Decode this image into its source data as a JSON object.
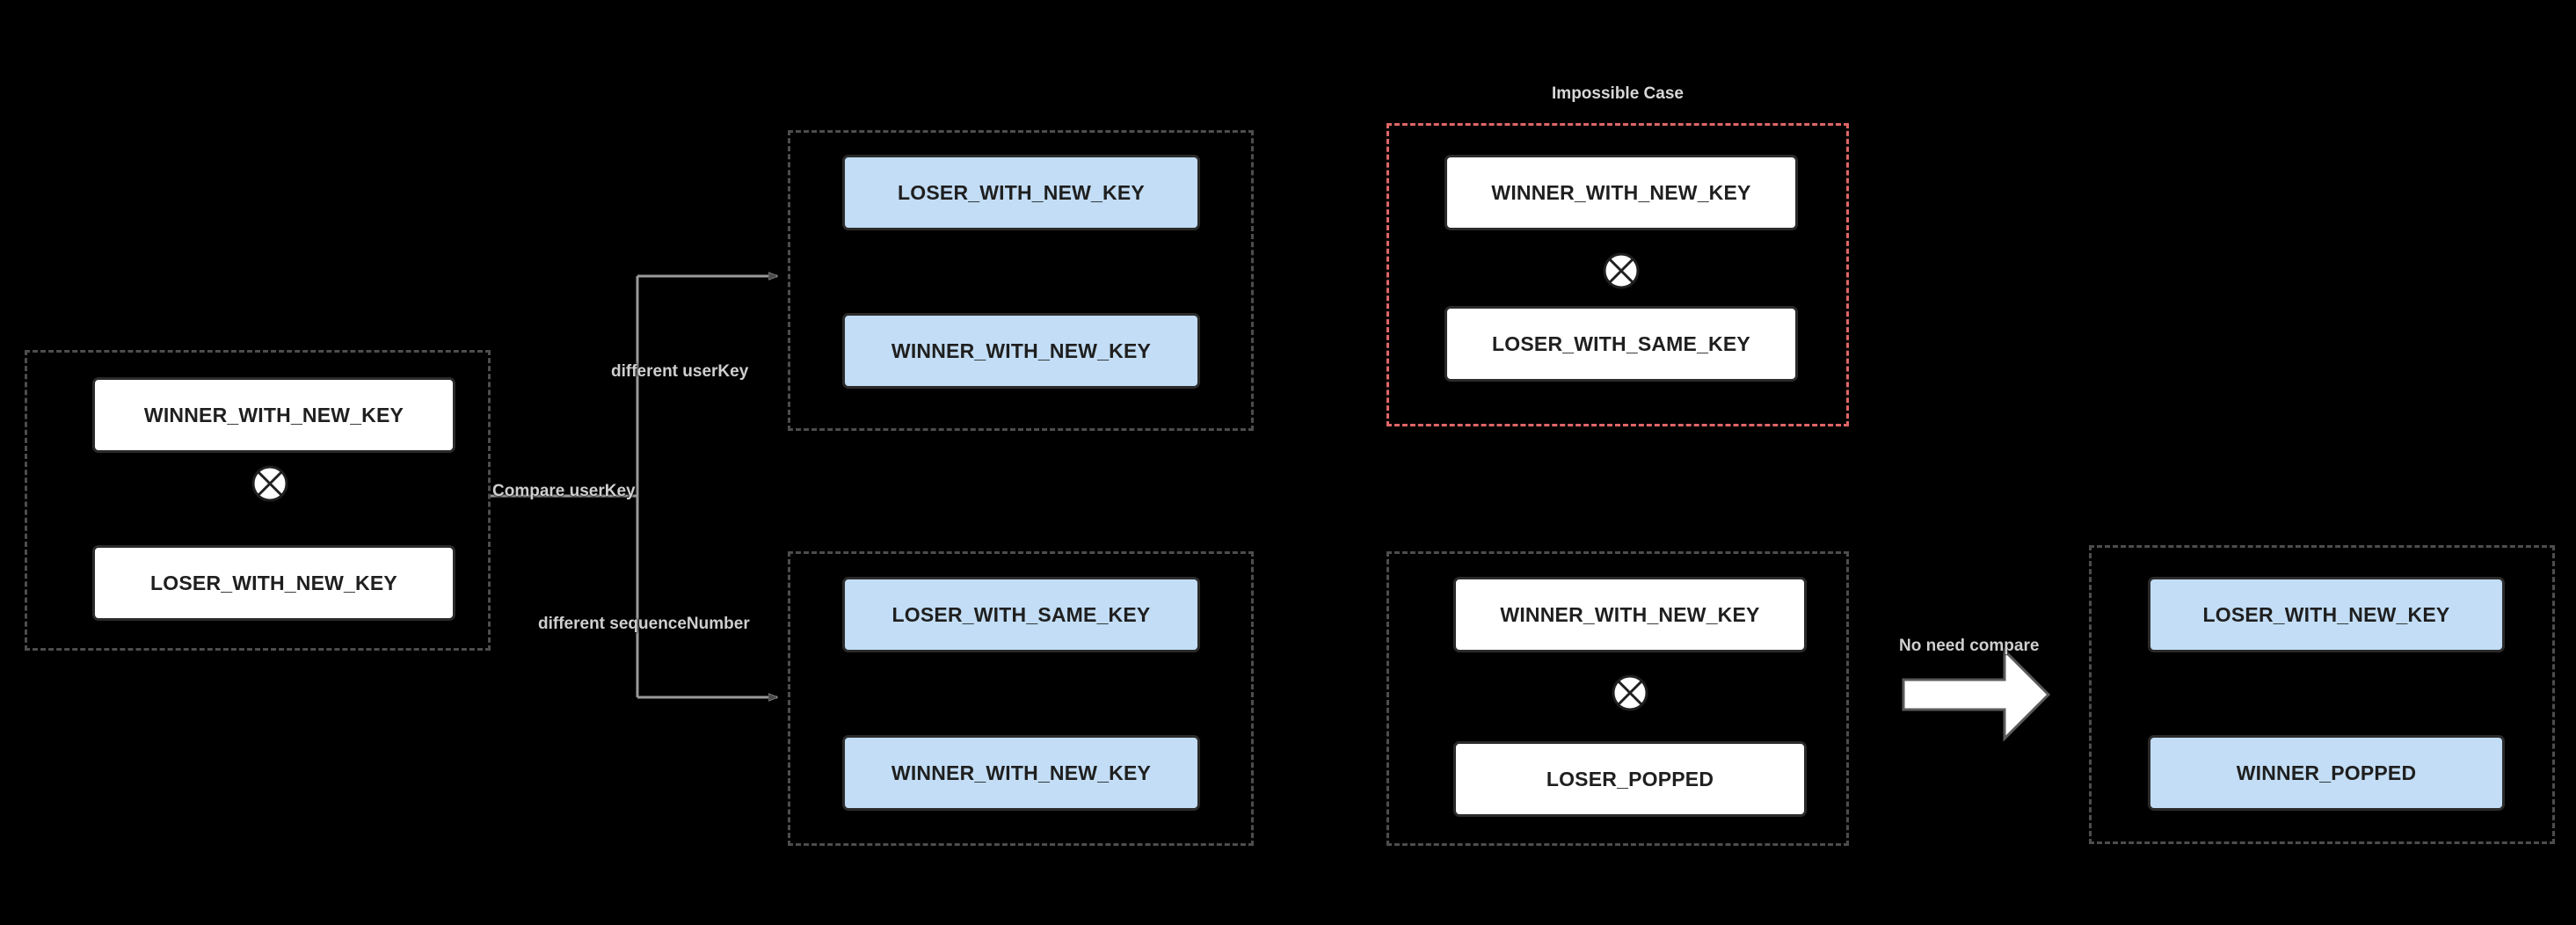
{
  "diagram": {
    "title": "Compaction key comparison outcome diagram",
    "colors": {
      "background": "#000000",
      "node_fill": "#ffffff",
      "node_fill_highlight": "#c2ddf5",
      "node_border": "#2b2b2b",
      "group_border": "#4d4d4d",
      "group_border_impossible": "#e06666",
      "edge_stroke": "#9a9a9a",
      "label_text": "#cfcfcf"
    },
    "groups": [
      {
        "id": "source",
        "title": "",
        "style": "dashed-gray",
        "nodes": [
          {
            "id": "src-winner",
            "label": "WINNER_WITH_NEW_KEY",
            "fill": "white"
          },
          {
            "id": "src-loser",
            "label": "LOSER_WITH_NEW_KEY",
            "fill": "white"
          }
        ],
        "separator": "x-circle-icon"
      },
      {
        "id": "different-userkey-result",
        "title": "",
        "style": "dashed-gray",
        "nodes": [
          {
            "id": "duk-loser",
            "label": "LOSER_WITH_NEW_KEY",
            "fill": "blue"
          },
          {
            "id": "duk-winner",
            "label": "WINNER_WITH_NEW_KEY",
            "fill": "blue"
          }
        ],
        "separator": "none"
      },
      {
        "id": "impossible-case",
        "title": "Impossible Case",
        "style": "dashed-red",
        "nodes": [
          {
            "id": "imp-winner",
            "label": "WINNER_WITH_NEW_KEY",
            "fill": "white"
          },
          {
            "id": "imp-loser",
            "label": "LOSER_WITH_SAME_KEY",
            "fill": "white"
          }
        ],
        "separator": "x-circle-icon"
      },
      {
        "id": "different-seqnum-result",
        "title": "",
        "style": "dashed-gray",
        "nodes": [
          {
            "id": "dsn-loser",
            "label": "LOSER_WITH_SAME_KEY",
            "fill": "blue"
          },
          {
            "id": "dsn-winner",
            "label": "WINNER_WITH_NEW_KEY",
            "fill": "blue"
          }
        ],
        "separator": "none"
      },
      {
        "id": "popped-source",
        "title": "",
        "style": "dashed-gray",
        "nodes": [
          {
            "id": "pop-winner",
            "label": "WINNER_WITH_NEW_KEY",
            "fill": "white"
          },
          {
            "id": "pop-loser",
            "label": "LOSER_POPPED",
            "fill": "white"
          }
        ],
        "separator": "x-circle-icon"
      },
      {
        "id": "popped-result",
        "title": "",
        "style": "dashed-gray",
        "nodes": [
          {
            "id": "res-loser",
            "label": "LOSER_WITH_NEW_KEY",
            "fill": "blue"
          },
          {
            "id": "res-winner",
            "label": "WINNER_POPPED",
            "fill": "blue"
          }
        ],
        "separator": "none"
      }
    ],
    "edges": [
      {
        "id": "compare-userkey",
        "label": "Compare userKey"
      },
      {
        "id": "different-userkey",
        "label": "different userKey"
      },
      {
        "id": "different-seqnum",
        "label": "different sequenceNumber"
      },
      {
        "id": "no-need-compare",
        "label": "No need compare"
      }
    ],
    "icons": {
      "conflict": "x-circle-icon",
      "block_arrow": "block-arrow-right-icon"
    }
  }
}
